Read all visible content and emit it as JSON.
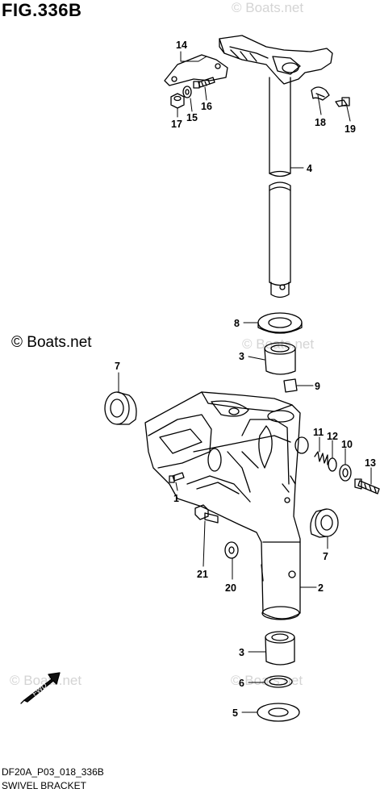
{
  "figure": {
    "title": "FIG.336B",
    "code": "DF20A_P03_018_336B",
    "name": "SWIVEL BRACKET"
  },
  "watermarks": {
    "main": "© Boats.net",
    "faint": "© Boats.net"
  },
  "direction_label": "FWD",
  "callouts": [
    "1",
    "2",
    "3",
    "3",
    "4",
    "5",
    "6",
    "7",
    "7",
    "8",
    "9",
    "10",
    "11",
    "12",
    "13",
    "14",
    "15",
    "16",
    "17",
    "18",
    "19",
    "20",
    "21"
  ]
}
